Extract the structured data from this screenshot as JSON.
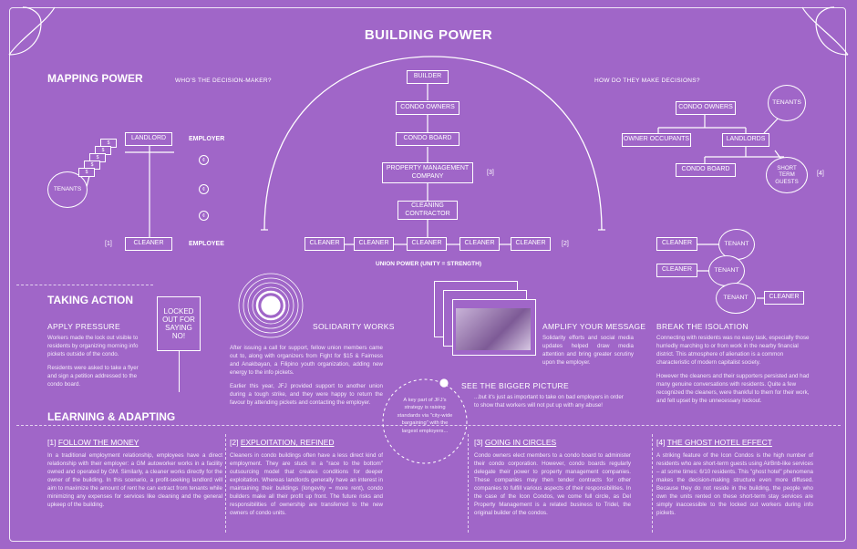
{
  "title": "BUILDING POWER",
  "mapping": {
    "heading": "MAPPING POWER",
    "sub_left": "WHO'S THE DECISION-MAKER?",
    "sub_right": "HOW DO THEY MAKE DECISIONS?",
    "employer_label": "EMPLOYER",
    "employee_label": "EMPLOYEE",
    "landlord": "LANDLORD",
    "tenants": "TENANTS",
    "cleaner": "CLEANER",
    "ref1": "[1]",
    "dollar_sign": "$",
    "dot_symbol": "¢",
    "chain": [
      "BUILDER",
      "CONDO OWNERS",
      "CONDO BOARD",
      "PROPERTY MANAGEMENT COMPANY",
      "CLEANING CONTRACTOR"
    ],
    "ref3": "[3]",
    "cleaners_row": [
      "CLEANER",
      "CLEANER",
      "CLEANER",
      "CLEANER",
      "CLEANER"
    ],
    "ref2": "[2]",
    "union_power": "UNION POWER (UNITY = STRENGTH)",
    "right": {
      "condo_owners": "CONDO OWNERS",
      "tenants": "TENANTS",
      "owner_occupants": "OWNER OCCUPANTS",
      "landlords": "LANDLORDS",
      "condo_board": "CONDO BOARD",
      "short_term": "SHORT TERM GUESTS",
      "ref4": "[4]"
    },
    "br": {
      "cleaner1": "CLEANER",
      "tenant1": "TENANT",
      "cleaner2": "CLEANER",
      "tenant2": "TENANT",
      "tenant3": "TENANT",
      "cleaner3": "CLEANER"
    }
  },
  "taking_action": {
    "heading": "TAKING ACTION",
    "apply_pressure": {
      "title": "APPLY PRESSURE",
      "p1": "Workers made the lock out visible to residents by organizing morning info pickets outside of the condo.",
      "p2": "Residents were asked to take a flyer and sign a petition addressed to the condo board."
    },
    "sign": "LOCKED OUT FOR SAYING NO!",
    "solidarity": {
      "title": "SOLIDARITY WORKS",
      "p1": "After issuing a call for support, fellow union members came out to, along with organizers from Fight for $15 & Fairness and Anakbayan, a Filipino youth organization, adding new energy to the info pickets.",
      "p2": "Earlier this year, JFJ provided support to another union during a tough strike, and they were happy to return the favour by attending pickets and contacting the employer."
    },
    "amplify": {
      "title": "AMPLIFY YOUR MESSAGE",
      "p1": "Solidarity efforts and social media updates helped draw media attention and bring greater scrutiny upon the employer."
    },
    "bigger": {
      "title": "SEE THE BIGGER PICTURE",
      "p1": "...but it's just as important to take on bad employers in order to show that workers will not put up with any abuse!"
    },
    "bubble": "A key part of JFJ's strategy is raising standards via \"city-wide bargaining\" with the largest employers...",
    "isolation": {
      "title": "BREAK THE ISOLATION",
      "p1": "Connecting with residents was no easy task, especially those hurriedly marching to or from work in the nearby financial district. This atmosphere of alienation is a common characteristic of modern capitalist society.",
      "p2": "However the cleaners and their supporters persisted and had many genuine conversations with residents. Quite a few recognized the cleaners, were thankful to them for their work, and felt upset by the unnecessary lockout."
    }
  },
  "learning": {
    "heading": "LEARNING & ADAPTING",
    "items": [
      {
        "num": "[1]",
        "title": "FOLLOW THE MONEY",
        "text": "In a traditional employment relationship, employees have a direct relationship with their employer: a GM autoworker works in a facility owned and operated by GM. Similarly, a cleaner works directly for the owner of the building. In this scenario, a profit-seeking landlord will aim to maximize the amount of rent he can extract from tenants while minimizing any expenses for services like cleaning and the general upkeep of the building."
      },
      {
        "num": "[2]",
        "title": "EXPLOITATION, REFINED",
        "text": "Cleaners in condo buildings often have a less direct kind of employment. They are stuck in a \"race to the bottom\" outsourcing model that creates conditions for deeper exploitation. Whereas landlords generally have an interest in maintaining their buildings (longevity = more rent), condo builders make all their profit up front. The future risks and responsibilities of ownership are transferred to the new owners of condo units."
      },
      {
        "num": "[3]",
        "title": "GOING IN CIRCLES",
        "text": "Condo owners elect members to a condo board to administer their condo corporation. However, condo boards regularly delegate their power to property management companies. These companies may then tender contracts for other companies to fulfill various aspects of their responsibilities. In the case of the Icon Condos, we come full circle, as Del Property Management is a related business to Tridel, the original builder of the condos."
      },
      {
        "num": "[4]",
        "title": "THE GHOST HOTEL EFFECT",
        "text": "A striking feature of the Icon Condos is the high number of residents who are short-term guests using AirBnb-like services – at some times: 6/10 residents. This \"ghost hotel\" phenomena makes the decision-making structure even more diffused. Because they do not reside in the building, the people who own the units rented on these short-term stay services are simply inaccessible to the locked out workers during info pickets."
      }
    ]
  }
}
